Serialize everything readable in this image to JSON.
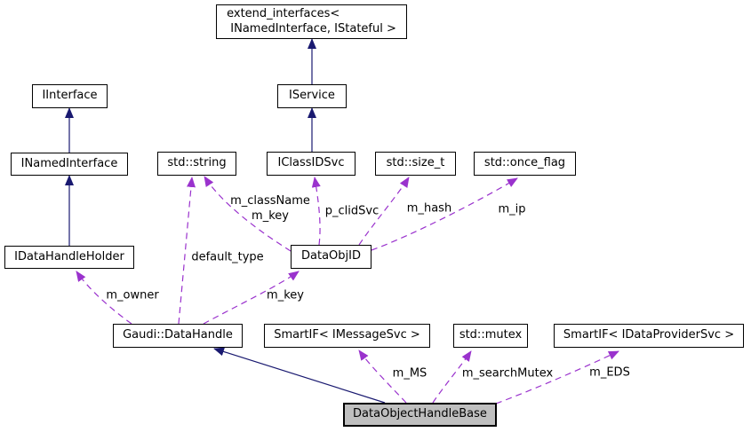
{
  "diagram": {
    "kind": "collaboration-graph",
    "root": "DataObjectHandleBase",
    "colors": {
      "inheritance_edge": "#191970",
      "usage_edge": "#9a32cd",
      "node_border": "#000000",
      "node_fill": "#ffffff",
      "root_node_fill": "#bfbfbf",
      "background": "#ffffff",
      "text": "#000000"
    },
    "nodes": [
      {
        "label": "extend_interfaces<\n INamedInterface, IStateful >"
      },
      {
        "label": "IInterface"
      },
      {
        "label": "IService"
      },
      {
        "label": "INamedInterface"
      },
      {
        "label": "std::string"
      },
      {
        "label": "IClassIDSvc"
      },
      {
        "label": "std::size_t"
      },
      {
        "label": "std::once_flag"
      },
      {
        "label": "IDataHandleHolder"
      },
      {
        "label": "DataObjID"
      },
      {
        "label": "Gaudi::DataHandle"
      },
      {
        "label": "SmartIF< IMessageSvc >"
      },
      {
        "label": "std::mutex"
      },
      {
        "label": "SmartIF< IDataProviderSvc >"
      },
      {
        "label": "DataObjectHandleBase"
      }
    ],
    "edges": [
      {
        "from": "INamedInterface",
        "to": "IInterface",
        "type": "inheritance",
        "label": ""
      },
      {
        "from": "IService",
        "to": "extend_interfaces< INamedInterface, IStateful >",
        "type": "inheritance",
        "label": ""
      },
      {
        "from": "IClassIDSvc",
        "to": "IService",
        "type": "inheritance",
        "label": ""
      },
      {
        "from": "IDataHandleHolder",
        "to": "INamedInterface",
        "type": "inheritance",
        "label": ""
      },
      {
        "from": "DataObjectHandleBase",
        "to": "Gaudi::DataHandle",
        "type": "inheritance",
        "label": ""
      },
      {
        "from": "DataObjID",
        "to": "std::string",
        "type": "usage",
        "label": "m_className\nm_key"
      },
      {
        "from": "DataObjID",
        "to": "IClassIDSvc",
        "type": "usage",
        "label": "p_clidSvc"
      },
      {
        "from": "DataObjID",
        "to": "std::size_t",
        "type": "usage",
        "label": "m_hash"
      },
      {
        "from": "DataObjID",
        "to": "std::once_flag",
        "type": "usage",
        "label": "m_ip"
      },
      {
        "from": "Gaudi::DataHandle",
        "to": "std::string",
        "type": "usage",
        "label": "default_type"
      },
      {
        "from": "Gaudi::DataHandle",
        "to": "IDataHandleHolder",
        "type": "usage",
        "label": "m_owner"
      },
      {
        "from": "Gaudi::DataHandle",
        "to": "DataObjID",
        "type": "usage",
        "label": "m_key"
      },
      {
        "from": "DataObjectHandleBase",
        "to": "SmartIF< IMessageSvc >",
        "type": "usage",
        "label": "m_MS"
      },
      {
        "from": "DataObjectHandleBase",
        "to": "std::mutex",
        "type": "usage",
        "label": "m_searchMutex"
      },
      {
        "from": "DataObjectHandleBase",
        "to": "SmartIF< IDataProviderSvc >",
        "type": "usage",
        "label": "m_EDS"
      }
    ]
  }
}
